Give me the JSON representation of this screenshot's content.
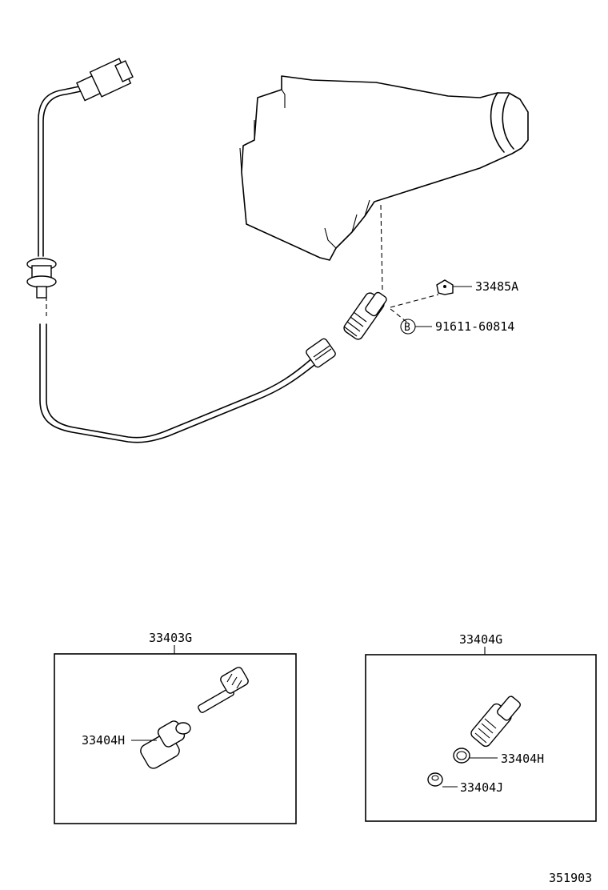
{
  "labels": {
    "p33485A": "33485A",
    "p91611": "91611-60814",
    "marker_b": "B",
    "p33403G": "33403G",
    "p33404H_left": "33404H",
    "p33404G": "33404G",
    "p33404H_right": "33404H",
    "p33404J": "33404J",
    "diagram_id": "351903"
  }
}
